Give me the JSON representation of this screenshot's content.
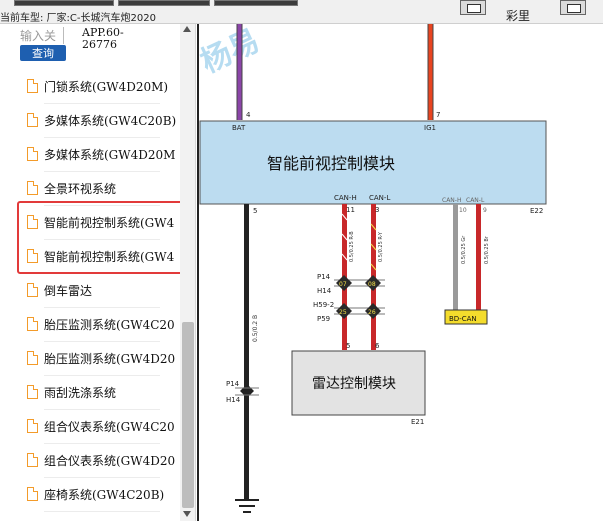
{
  "header": {
    "vehicle_label": "当前车型:   厂家:C-长城汽车炮2020",
    "toolbar_label": "彩里"
  },
  "left_panel": {
    "search_placeholder": "输入关",
    "query_button": "查询",
    "doc_code": [
      "APP.60-",
      "26776"
    ],
    "items": [
      {
        "label": "门锁系统(GW4D20M)"
      },
      {
        "label": "多媒体系统(GW4C20B)"
      },
      {
        "label": "多媒体系统(GW4D20M"
      },
      {
        "label": "全景环视系统"
      },
      {
        "label": "智能前视控制系统(GW4"
      },
      {
        "label": "智能前视控制系统(GW4"
      },
      {
        "label": "倒车雷达"
      },
      {
        "label": "胎压监测系统(GW4C20"
      },
      {
        "label": "胎压监测系统(GW4D20"
      },
      {
        "label": "雨刮洗涤系统"
      },
      {
        "label": "组合仪表系统(GW4C20"
      },
      {
        "label": "组合仪表系统(GW4D20"
      },
      {
        "label": "座椅系统(GW4C20B)"
      }
    ],
    "highlight_color": "#e23a3a"
  },
  "diagram": {
    "watermark": "杨易",
    "module_main": {
      "title": "智能前视控制模块",
      "code": "E22",
      "fill": "#bcdcf0"
    },
    "module_radar": {
      "title": "雷达控制模块",
      "code": "E21",
      "fill": "#e3e3e3"
    },
    "pins": {
      "bat_num": "4",
      "bat_label": "BAT",
      "ig1_num": "7",
      "ig1_label": "IG1",
      "gnd_num": "5",
      "canh_label": "CAN-H",
      "canh_num": "11",
      "canl_label": "CAN-L",
      "canl_num": "3",
      "bd_canh_label": "CAN-H",
      "bd_canh_num": "10",
      "bd_canl_label": "CAN-L",
      "bd_canl_num": "9",
      "radar_canh_num": "5",
      "radar_canl_num": "6"
    },
    "wire_labels": {
      "gnd": "0.5/0.2 B",
      "canh": "0.5/0.25 R-B",
      "canl": "0.5/0.25 R-Y",
      "bd_h": "0.5/0.25 Gr",
      "bd_l": "0.5/0.25 Br"
    },
    "connectors": {
      "p14": "P14",
      "h14": "H14",
      "h59": "H59-2",
      "p59": "P59",
      "c07": "07",
      "c08": "08",
      "c25": "25",
      "c26": "26",
      "gnd_p14": "P14",
      "gnd_h14": "H14"
    },
    "bd_can": "BD-CAN",
    "colors": {
      "bat": "#8b45a8",
      "ig1": "#e84420",
      "can_h": "#c8282a",
      "can_l": "#c8282a",
      "gnd": "#222222",
      "gray": "#9a9a9a",
      "bd_can_box": "#f4dc2c"
    }
  }
}
